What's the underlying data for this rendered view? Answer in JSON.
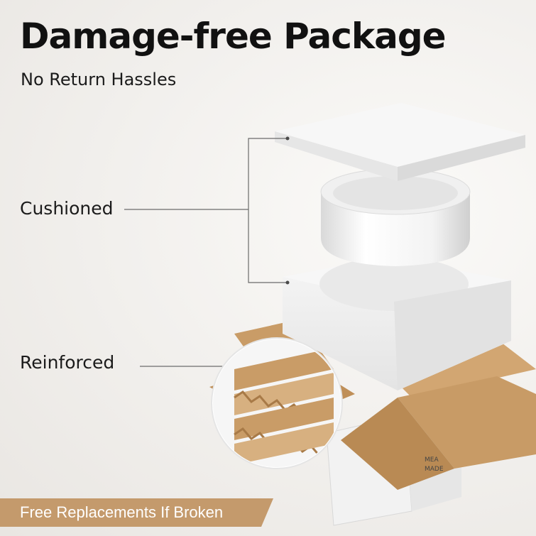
{
  "header": {
    "title": "Damage-free Package",
    "subtitle": "No Return Hassles"
  },
  "callouts": {
    "cushioned": "Cushioned",
    "reinforced": "Reinforced"
  },
  "banner": {
    "text": "Free Replacements If Broken",
    "color": "#c49a6c"
  },
  "colors": {
    "cardboard": "#c89b66",
    "foam": "#f4f4f4",
    "bowl": "#ffffff"
  }
}
